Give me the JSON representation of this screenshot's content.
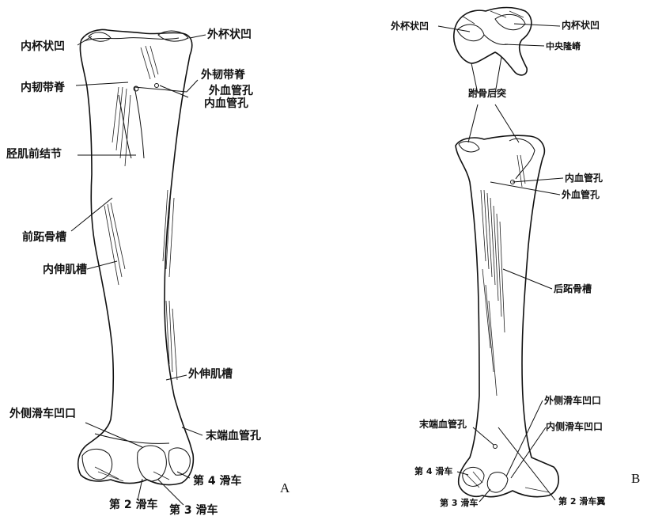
{
  "figure_a": {
    "panel_letter": "A",
    "labels": {
      "medial_cup": "内杯状凹",
      "lateral_cup": "外杯状凹",
      "medial_ligament_ridge": "内韧带脊",
      "lateral_ligament_ridge": "外韧带脊",
      "lateral_vascular_foramen": "外血管孔",
      "medial_vascular_foramen": "内血管孔",
      "tibialis_tubercle": "胫肌前结节",
      "anterior_groove": "前跖骨槽",
      "medial_extensor_groove": "内伸肌槽",
      "lateral_extensor_groove": "外伸肌槽",
      "lateral_trochlear_notch": "外侧滑车凹口",
      "distal_vascular_foramen": "末端血管孔",
      "trochlea_4": "第 4 滑车",
      "trochlea_2": "第 2 滑车",
      "trochlea_3": "第 3 滑车"
    }
  },
  "figure_b": {
    "panel_letter": "B",
    "labels": {
      "lateral_cup": "外杯状凹",
      "medial_cup": "内杯状凹",
      "central_ridge": "中央隆嵴",
      "hypotarsus": "跗骨后突",
      "medial_vascular_foramen": "内血管孔",
      "lateral_vascular_foramen": "外血管孔",
      "posterior_groove": "后跖骨槽",
      "lateral_trochlear_notch": "外侧滑车凹口",
      "distal_vascular_foramen": "末端血管孔",
      "medial_trochlear_notch": "内侧滑车凹口",
      "trochlea_4": "第 4 滑车",
      "trochlea_3": "第 3 滑车",
      "trochlea_2_wing": "第 2 滑车翼"
    }
  }
}
